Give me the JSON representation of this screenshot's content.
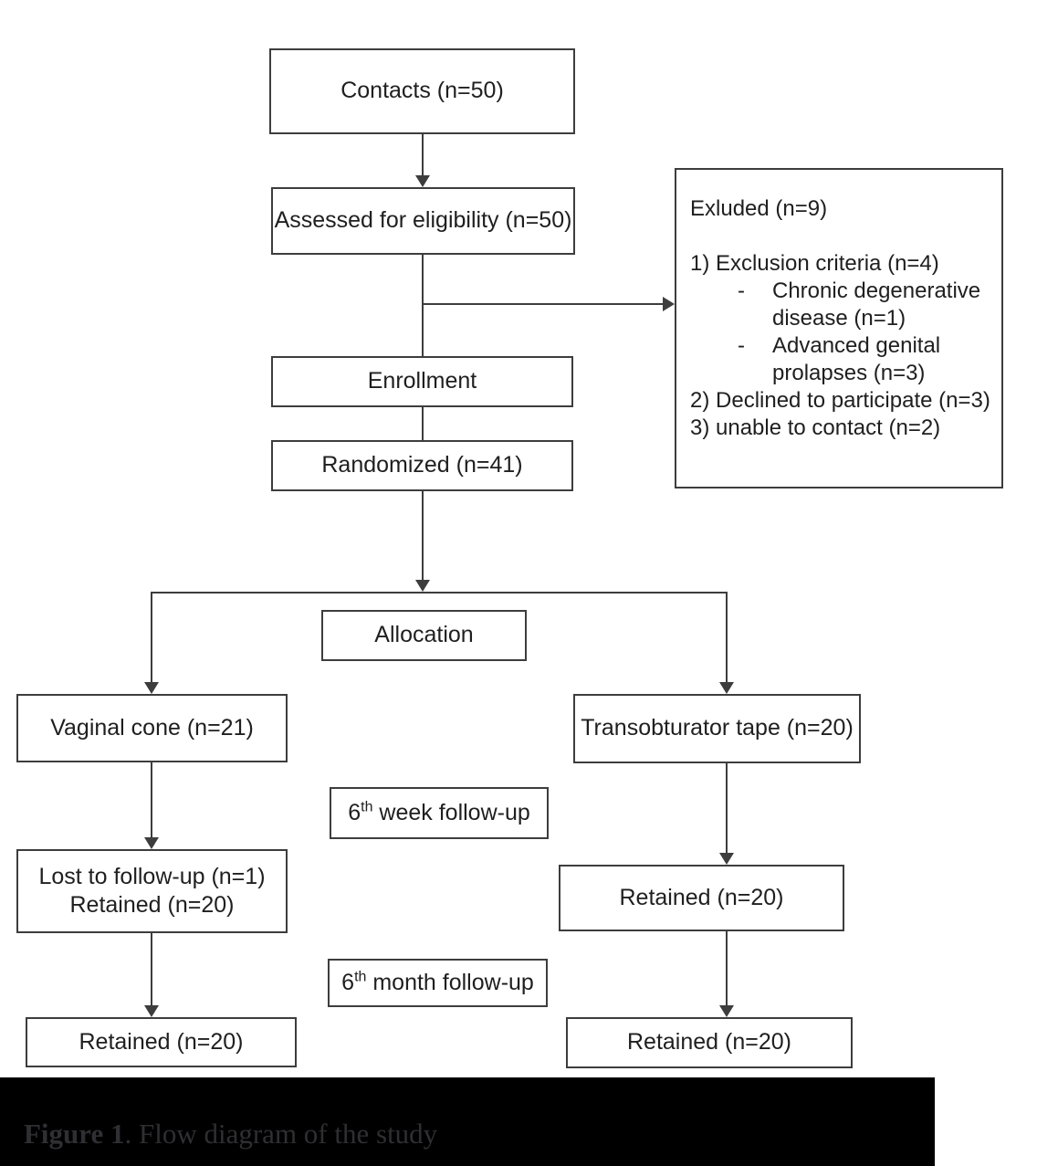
{
  "diagram": {
    "nodes": {
      "contacts": {
        "label": "Contacts (n=50)"
      },
      "assessed": {
        "label": "Assessed for eligibility (n=50)"
      },
      "excluded": {
        "title": "Exluded (n=9)",
        "item1": "1) Exclusion criteria (n=4)",
        "sub1_dash": "-",
        "sub1_text": "Chronic degenerative disease (n=1)",
        "sub2_dash": "-",
        "sub2_text": "Advanced genital prolapses (n=3)",
        "item2": "2) Declined to participate (n=3)",
        "item3": "3) unable to contact (n=2)"
      },
      "enrollment": {
        "label": "Enrollment"
      },
      "randomized": {
        "label": "Randomized (n=41)"
      },
      "allocation": {
        "label": "Allocation"
      },
      "vaginal_cone": {
        "label": "Vaginal cone (n=21)"
      },
      "transobturator": {
        "label": "Transobturator tape (n=20)"
      },
      "week6": {
        "prefix": "6",
        "sup": "th",
        "rest": " week follow-up"
      },
      "lost_followup": {
        "line1": "Lost to follow-up (n=1)",
        "line2": "Retained (n=20)"
      },
      "retained_tot_6w": {
        "label": "Retained (n=20)"
      },
      "month6": {
        "prefix": "6",
        "sup": "th",
        "rest": " month follow-up"
      },
      "retained_vc_6m": {
        "label": "Retained (n=20)"
      },
      "retained_tot_6m": {
        "label": "Retained (n=20)"
      }
    },
    "caption": {
      "bold": "Figure 1",
      "rest": ". Flow diagram of the study"
    },
    "colors": {
      "line": "#3d3d3d",
      "text": "#1f1f1f",
      "caption_bg": "#000000",
      "caption_text": "#2f2f33"
    }
  }
}
